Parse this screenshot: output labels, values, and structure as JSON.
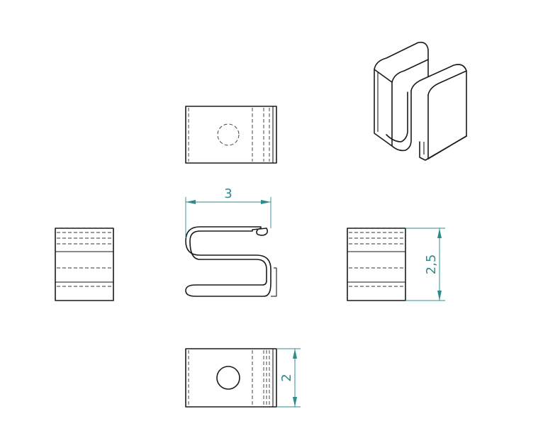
{
  "dimensions": {
    "width_top": "3",
    "height_right": "2,5",
    "depth_bottom": "2"
  },
  "colors": {
    "dimension_line": "#2e8b8b",
    "part_line": "#1a1a1a",
    "background": "#ffffff"
  }
}
